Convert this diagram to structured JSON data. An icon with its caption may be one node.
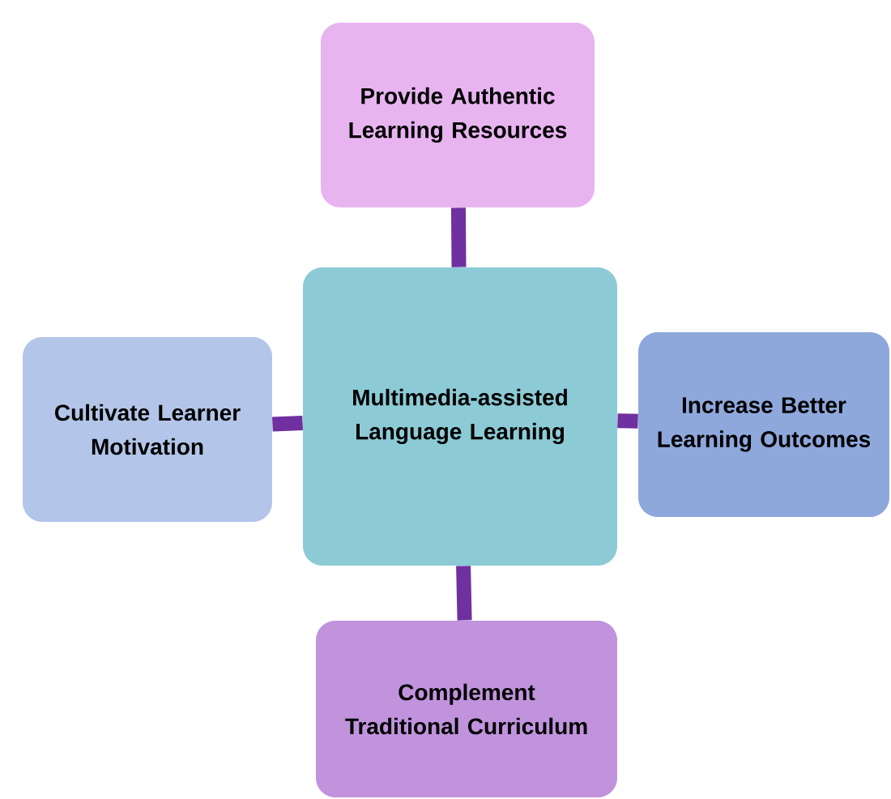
{
  "diagram": {
    "nodes": [
      {
        "text": [
          "Provide Authentic Learning Resources"
        ]
      },
      {
        "text": [
          "Cultivate Learner Motivation"
        ]
      },
      {
        "text": [
          "Multimedia-assisted Language Learning"
        ]
      },
      {
        "text": [
          "Increase Better Learning Outcomes"
        ]
      },
      {
        "text": [
          "Complement Traditional Curriculum"
        ]
      }
    ],
    "edges": [
      {
        "from": 2,
        "to": 0,
        "arrow": "none"
      },
      {
        "from": 2,
        "to": 1,
        "arrow": "none"
      },
      {
        "from": 2,
        "to": 3,
        "arrow": "none"
      },
      {
        "from": 2,
        "to": 4,
        "arrow": "none"
      }
    ]
  }
}
